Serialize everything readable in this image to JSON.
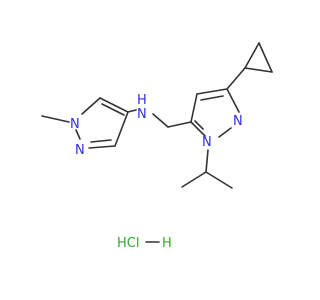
{
  "molecule": {
    "amine_h": "H",
    "amine_n": "N",
    "pyrazole_left_n1": "N",
    "pyrazole_left_n2": "N",
    "pyrazole_right_n1": "N",
    "pyrazole_right_n2": "N",
    "salt_label": "HCl",
    "salt_h": "H"
  },
  "colors": {
    "bond": "#333333",
    "nitrogen": "#2e2ee6",
    "chlorine": "#2eaa2e"
  }
}
